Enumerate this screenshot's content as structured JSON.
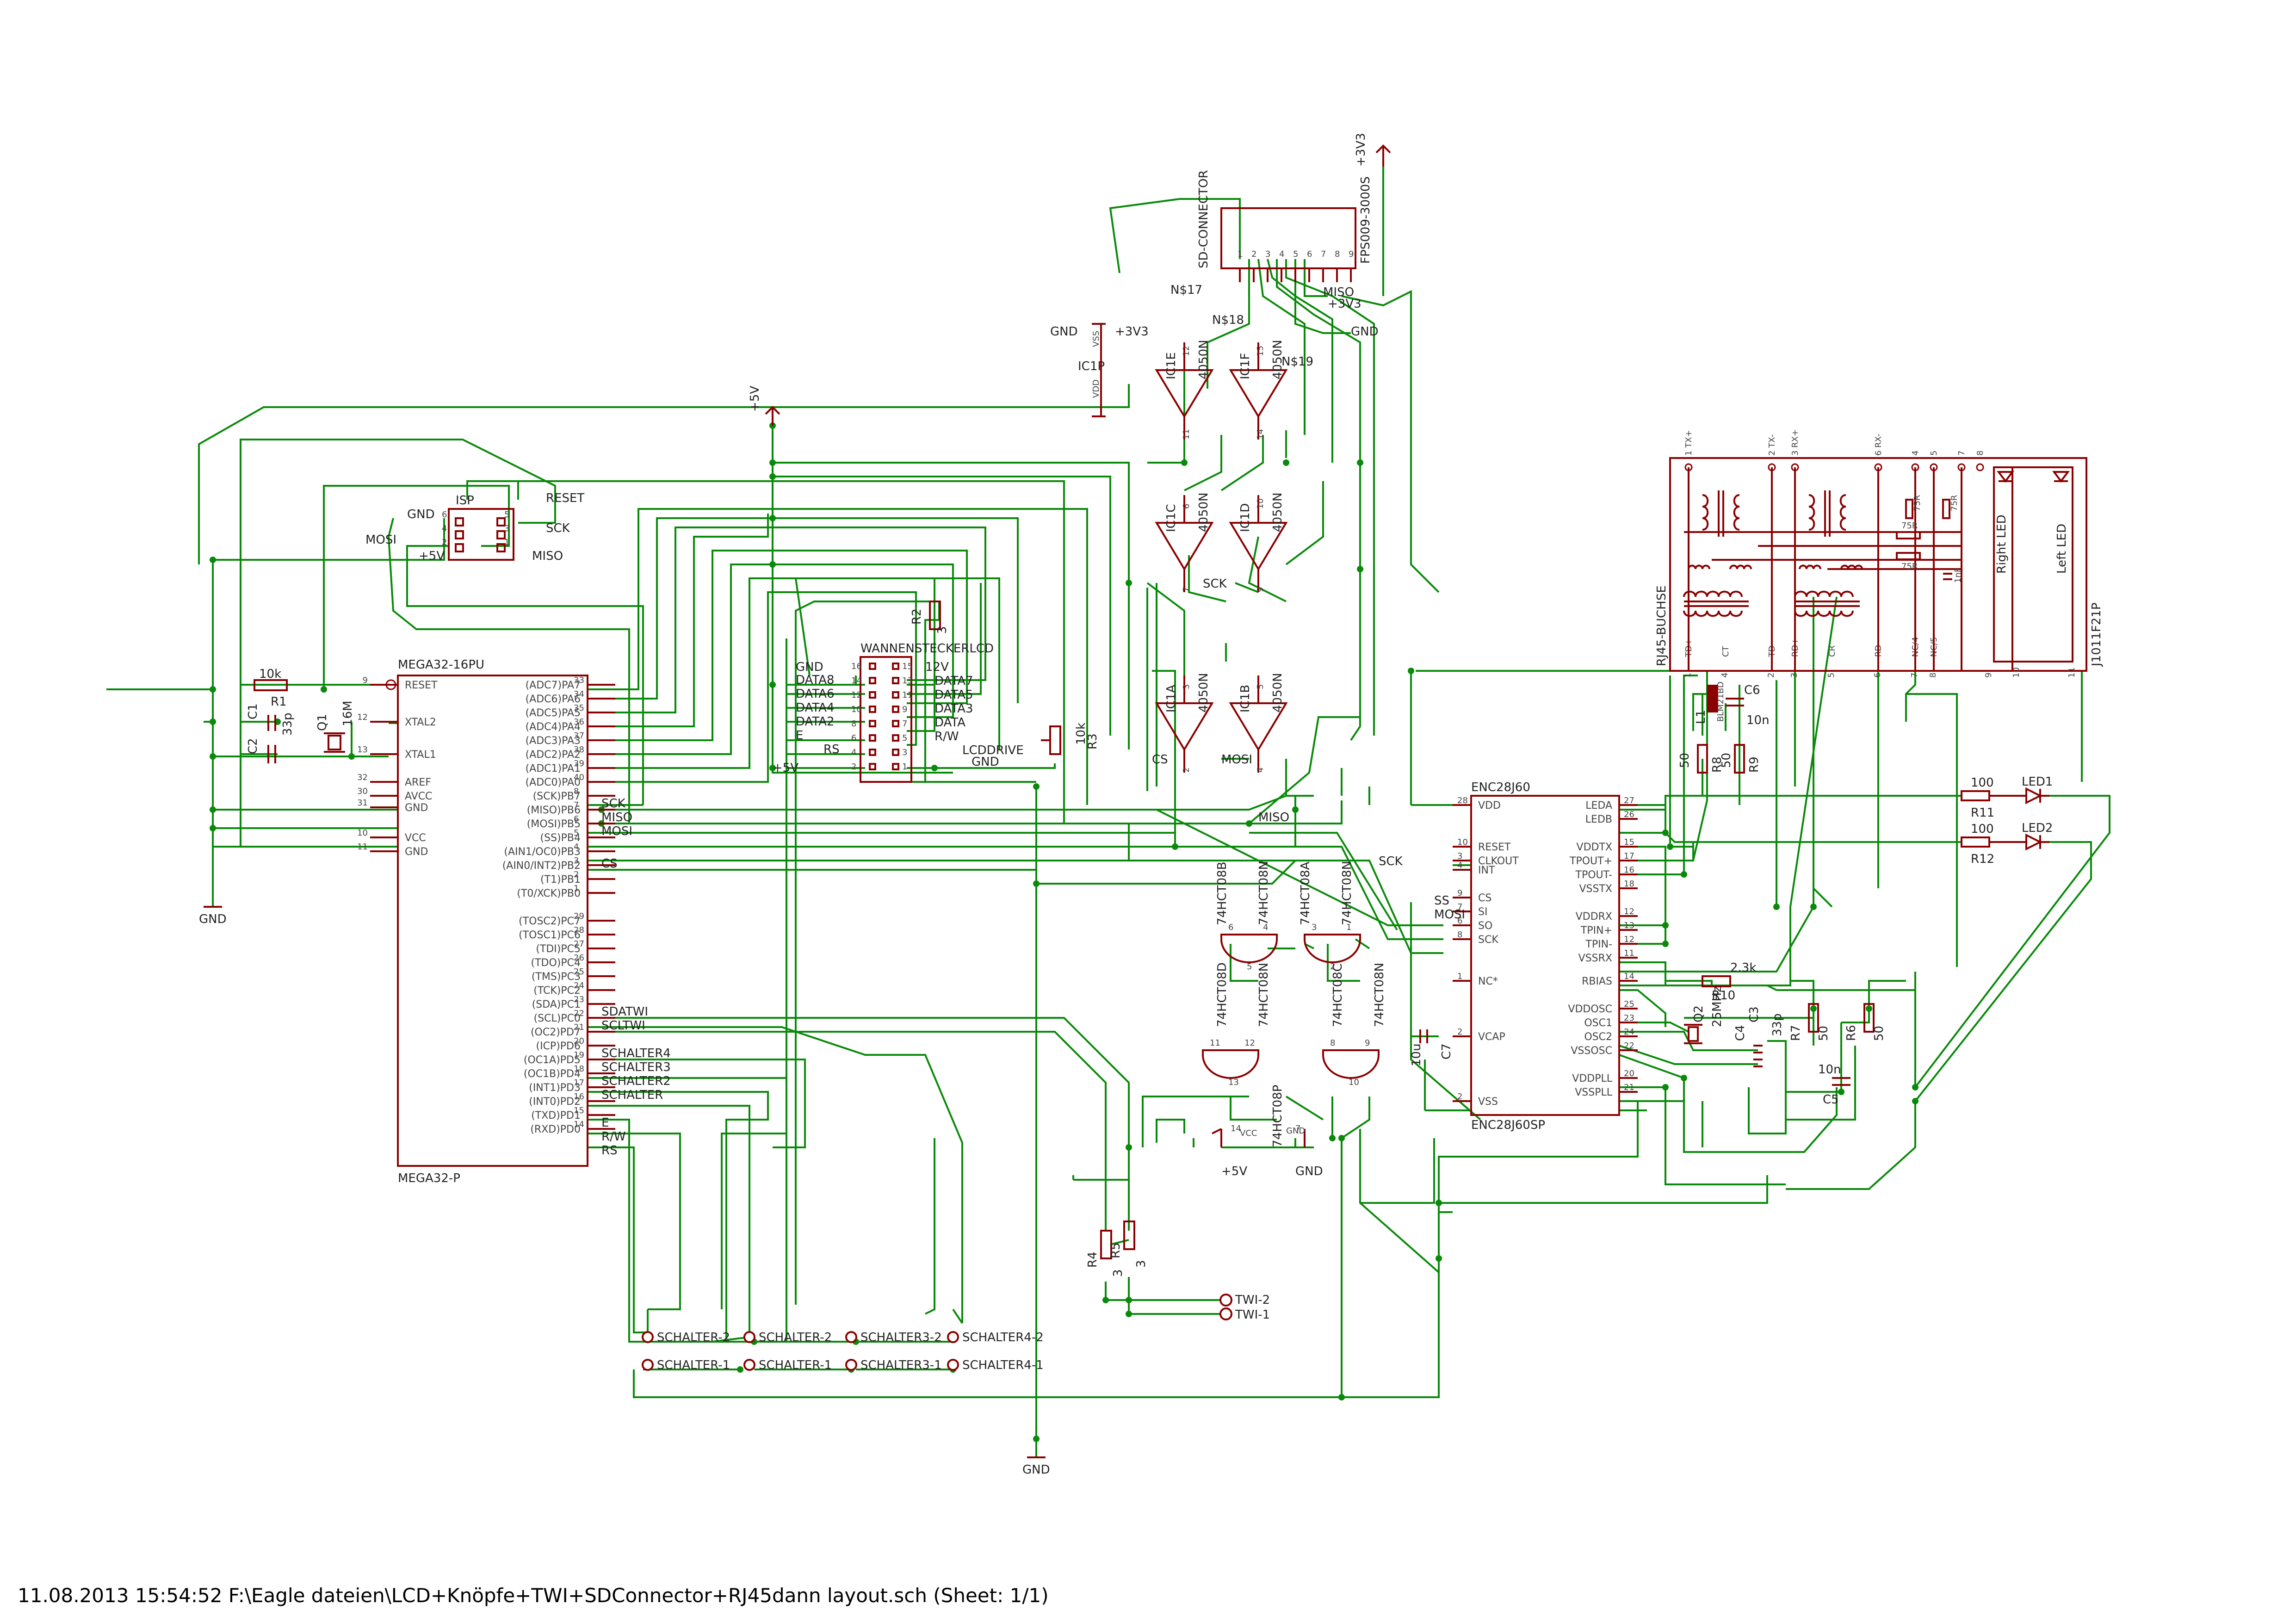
{
  "footer": "11.08.2013 15:54:52  F:\\Eagle dateien\\LCD+Knöpfe+TWI+SDConnector+RJ45dann layout.sch (Sheet: 1/1)",
  "colors": {
    "wire": "#008000",
    "part": "#8b0000",
    "label": "#555555",
    "net": "#222222"
  },
  "mcu": {
    "name_top": "MEGA32-16PU",
    "name_bottom": "MEGA32-P",
    "left_pins": [
      {
        "num": "9",
        "name": "RESET"
      },
      {
        "num": "12",
        "name": "XTAL2"
      },
      {
        "num": "13",
        "name": "XTAL1"
      },
      {
        "num": "32",
        "name": "AREF"
      },
      {
        "num": "30",
        "name": "AVCC"
      },
      {
        "num": "31",
        "name": "GND"
      },
      {
        "num": "10",
        "name": "VCC"
      },
      {
        "num": "11",
        "name": "GND"
      }
    ],
    "right_pins": [
      {
        "num": "33",
        "name": "(ADC7)PA7"
      },
      {
        "num": "34",
        "name": "(ADC6)PA6"
      },
      {
        "num": "35",
        "name": "(ADC5)PA5"
      },
      {
        "num": "36",
        "name": "(ADC4)PA4"
      },
      {
        "num": "37",
        "name": "(ADC3)PA3"
      },
      {
        "num": "38",
        "name": "(ADC2)PA2"
      },
      {
        "num": "39",
        "name": "(ADC1)PA1"
      },
      {
        "num": "40",
        "name": "(ADC0)PA0"
      },
      {
        "num": "8",
        "name": "(SCK)PB7"
      },
      {
        "num": "7",
        "name": "(MISO)PB6"
      },
      {
        "num": "6",
        "name": "(MOSI)PB5"
      },
      {
        "num": "5",
        "name": "(SS)PB4"
      },
      {
        "num": "4",
        "name": "(AIN1/OC0)PB3"
      },
      {
        "num": "3",
        "name": "(AIN0/INT2)PB2"
      },
      {
        "num": "2",
        "name": "(T1)PB1"
      },
      {
        "num": "1",
        "name": "(T0/XCK)PB0"
      },
      {
        "num": "29",
        "name": "(TOSC2)PC7"
      },
      {
        "num": "28",
        "name": "(TOSC1)PC6"
      },
      {
        "num": "27",
        "name": "(TDI)PC5"
      },
      {
        "num": "26",
        "name": "(TDO)PC4"
      },
      {
        "num": "25",
        "name": "(TMS)PC3"
      },
      {
        "num": "24",
        "name": "(TCK)PC2"
      },
      {
        "num": "23",
        "name": "(SDA)PC1"
      },
      {
        "num": "22",
        "name": "(SCL)PC0"
      },
      {
        "num": "21",
        "name": "(OC2)PD7"
      },
      {
        "num": "20",
        "name": "(ICP)PD6"
      },
      {
        "num": "19",
        "name": "(OC1A)PD5"
      },
      {
        "num": "18",
        "name": "(OC1B)PD4"
      },
      {
        "num": "17",
        "name": "(INT1)PD3"
      },
      {
        "num": "16",
        "name": "(INT0)PD2"
      },
      {
        "num": "15",
        "name": "(TXD)PD1"
      },
      {
        "num": "14",
        "name": "(RXD)PD0"
      }
    ],
    "nets": [
      "SCK",
      "MISO",
      "MOSI",
      "CS",
      "SDATWI",
      "SCLTWI",
      "SCHALTER4",
      "SCHALTER3",
      "SCHALTER2",
      "SCHALTER",
      "E",
      "R/W",
      "RS"
    ]
  },
  "isp": {
    "name": "ISP",
    "left_labels": [
      "GND",
      "MOSI",
      "+5V"
    ],
    "right_labels": [
      "RESET",
      "SCK",
      "MISO"
    ],
    "pins_left": [
      "6",
      "4",
      "2"
    ],
    "pins_right": [
      "5",
      "3",
      "1"
    ]
  },
  "crystal_mcu": {
    "r1": "R1",
    "r1_val": "10k",
    "c1": "C1",
    "c2": "C2",
    "cap_val": "33p",
    "q1": "Q1",
    "q1_val": "16M"
  },
  "lcd": {
    "name": "WANNENSTECKERLCD",
    "left_labels": [
      "GND",
      "DATA8",
      "DATA6",
      "DATA4",
      "DATA2",
      "E",
      "RS"
    ],
    "left_pins": [
      "16",
      "14",
      "12",
      "10",
      "8",
      "6",
      "4",
      "2"
    ],
    "right_pins": [
      "15",
      "13",
      "11",
      "9",
      "7",
      "5",
      "3",
      "1"
    ],
    "right_labels": [
      "12V",
      "DATA7",
      "DATA5",
      "DATA3",
      "DATA",
      "R/W",
      "LCDDRIVE",
      "GND"
    ],
    "plus5v": "+5V",
    "r2": "R2",
    "r2_val": "3",
    "r3": "R3",
    "r3_val": "10k"
  },
  "power": {
    "p5v": "+5V",
    "gnd": "GND",
    "p3v3": "+3V3"
  },
  "sd": {
    "name": "SD-CONNECTOR",
    "part": "FPS009-3000S",
    "pins": [
      "1",
      "2",
      "3",
      "4",
      "5",
      "6",
      "7",
      "8",
      "9"
    ],
    "misc": [
      "N$17",
      "N$18",
      "N$19",
      "MISO",
      "+3V3",
      "GND",
      "+3V3",
      "GND"
    ],
    "ic1p": "IC1P",
    "ic1p_pins": [
      "VSS",
      "VDD"
    ]
  },
  "buffers": [
    {
      "name": "IC1E",
      "part": "4050N",
      "pins": [
        "12",
        "11"
      ]
    },
    {
      "name": "IC1F",
      "part": "4050N",
      "pins": [
        "15",
        "14"
      ]
    },
    {
      "name": "IC1C",
      "part": "4050N",
      "pins": [
        "6",
        "7"
      ]
    },
    {
      "name": "IC1D",
      "part": "4050N",
      "pins": [
        "10",
        "9"
      ]
    },
    {
      "name": "IC1A",
      "part": "4050N",
      "pins": [
        "3",
        "2"
      ]
    },
    {
      "name": "IC1B",
      "part": "4050N",
      "pins": [
        "5",
        "4"
      ]
    }
  ],
  "buffer_nets": [
    "SCK",
    "CS",
    "MOSI"
  ],
  "and_gates": [
    {
      "name": "74HCT08B",
      "part": "74HCT08N",
      "pins": [
        "6",
        "4",
        "5"
      ]
    },
    {
      "name": "74HCT08A",
      "part": "74HCT08N",
      "pins": [
        "3",
        "1",
        "2"
      ]
    },
    {
      "name": "74HCT08D",
      "part": "74HCT08N",
      "pins": [
        "11",
        "12",
        "13"
      ]
    },
    {
      "name": "74HCT08C",
      "part": "74HCT08N",
      "pins": [
        "8",
        "9",
        "10"
      ]
    }
  ],
  "and_power": {
    "vcc": "VCC",
    "gnd": "GND",
    "p": "74HCT08P",
    "pins": [
      "14",
      "7"
    ]
  },
  "enc": {
    "name_top": "ENC28J60",
    "name_bottom": "ENC28J60SP",
    "left_pins": [
      {
        "num": "28",
        "name": "VDD"
      },
      {
        "num": "10",
        "name": "RESET"
      },
      {
        "num": "3",
        "name": "CLKOUT"
      },
      {
        "num": "4",
        "name": "INT"
      },
      {
        "num": "9",
        "name": "CS"
      },
      {
        "num": "7",
        "name": "SI"
      },
      {
        "num": "6",
        "name": "SO"
      },
      {
        "num": "8",
        "name": "SCK"
      },
      {
        "num": "1",
        "name": "NC*"
      },
      {
        "num": "2",
        "name": "VCAP"
      },
      {
        "num": "2",
        "name": "VSS"
      }
    ],
    "right_pins": [
      {
        "num": "27",
        "name": "LEDA"
      },
      {
        "num": "26",
        "name": "LEDB"
      },
      {
        "num": "15",
        "name": "VDDTX"
      },
      {
        "num": "17",
        "name": "TPOUT+"
      },
      {
        "num": "16",
        "name": "TPOUT-"
      },
      {
        "num": "18",
        "name": "VSSTX"
      },
      {
        "num": "12",
        "name": "VDDRX"
      },
      {
        "num": "13",
        "name": "TPIN+"
      },
      {
        "num": "12",
        "name": "TPIN-"
      },
      {
        "num": "11",
        "name": "VSSRX"
      },
      {
        "num": "14",
        "name": "RBIAS"
      },
      {
        "num": "25",
        "name": "VDDOSC"
      },
      {
        "num": "23",
        "name": "OSC1"
      },
      {
        "num": "24",
        "name": "OSC2"
      },
      {
        "num": "22",
        "name": "VSSOSC"
      },
      {
        "num": "20",
        "name": "VDDPLL"
      },
      {
        "num": "21",
        "name": "VSSPLL"
      }
    ],
    "nets": [
      "SS",
      "MOSI",
      "SCK",
      "MISO"
    ],
    "c7": "C7",
    "c7_val": "10u",
    "r10": "R10",
    "r10_val": "2.3k",
    "q2": "Q2",
    "q2_val": "25MHz",
    "c4": "C4",
    "c3": "C3",
    "c_val": "33p",
    "r7": "R7",
    "r6": "R6",
    "r_val": "50",
    "c5": "C5",
    "c5_val": "10n"
  },
  "rj45": {
    "name": "RJ45-BUCHSE",
    "part": "J1011F21P",
    "top_pins": [
      "1 TX+",
      "2 TX-",
      "3 RX+",
      "6 RX-",
      "4",
      "5",
      "7",
      "8"
    ],
    "bottom_pins": [
      "TD+",
      "CT",
      "TD-",
      "RD+",
      "CR",
      "RD-",
      "NC/4",
      "NC/5"
    ],
    "bottom_nums": [
      "1",
      "4",
      "2",
      "3",
      "5",
      "6",
      "7",
      "8",
      "9",
      "10",
      "11"
    ],
    "res": [
      "75R",
      "75R",
      "75R",
      "75R"
    ],
    "cap": "1nF",
    "leds": [
      "Right LED",
      "Left LED"
    ],
    "l1": "L1",
    "l1_val": "BLM21BD",
    "c6": "C6",
    "c6_val": "10n",
    "r8": "R8",
    "r9": "R9",
    "r_val": "50"
  },
  "leds": [
    {
      "name": "LED1",
      "r": "R11",
      "r_val": "100"
    },
    {
      "name": "LED2",
      "r": "R12",
      "r_val": "100"
    }
  ],
  "twi": {
    "r4": "R4",
    "r5": "R5",
    "r_val": "3",
    "labels": [
      "TWI-2",
      "TWI-1"
    ]
  },
  "switches": {
    "top": [
      "SCHALTER-2",
      "SCHALTER-2",
      "SCHALTER3-2",
      "SCHALTER4-2"
    ],
    "bottom": [
      "SCHALTER-1",
      "SCHALTER-1",
      "SCHALTER3-1",
      "SCHALTER4-1"
    ]
  }
}
